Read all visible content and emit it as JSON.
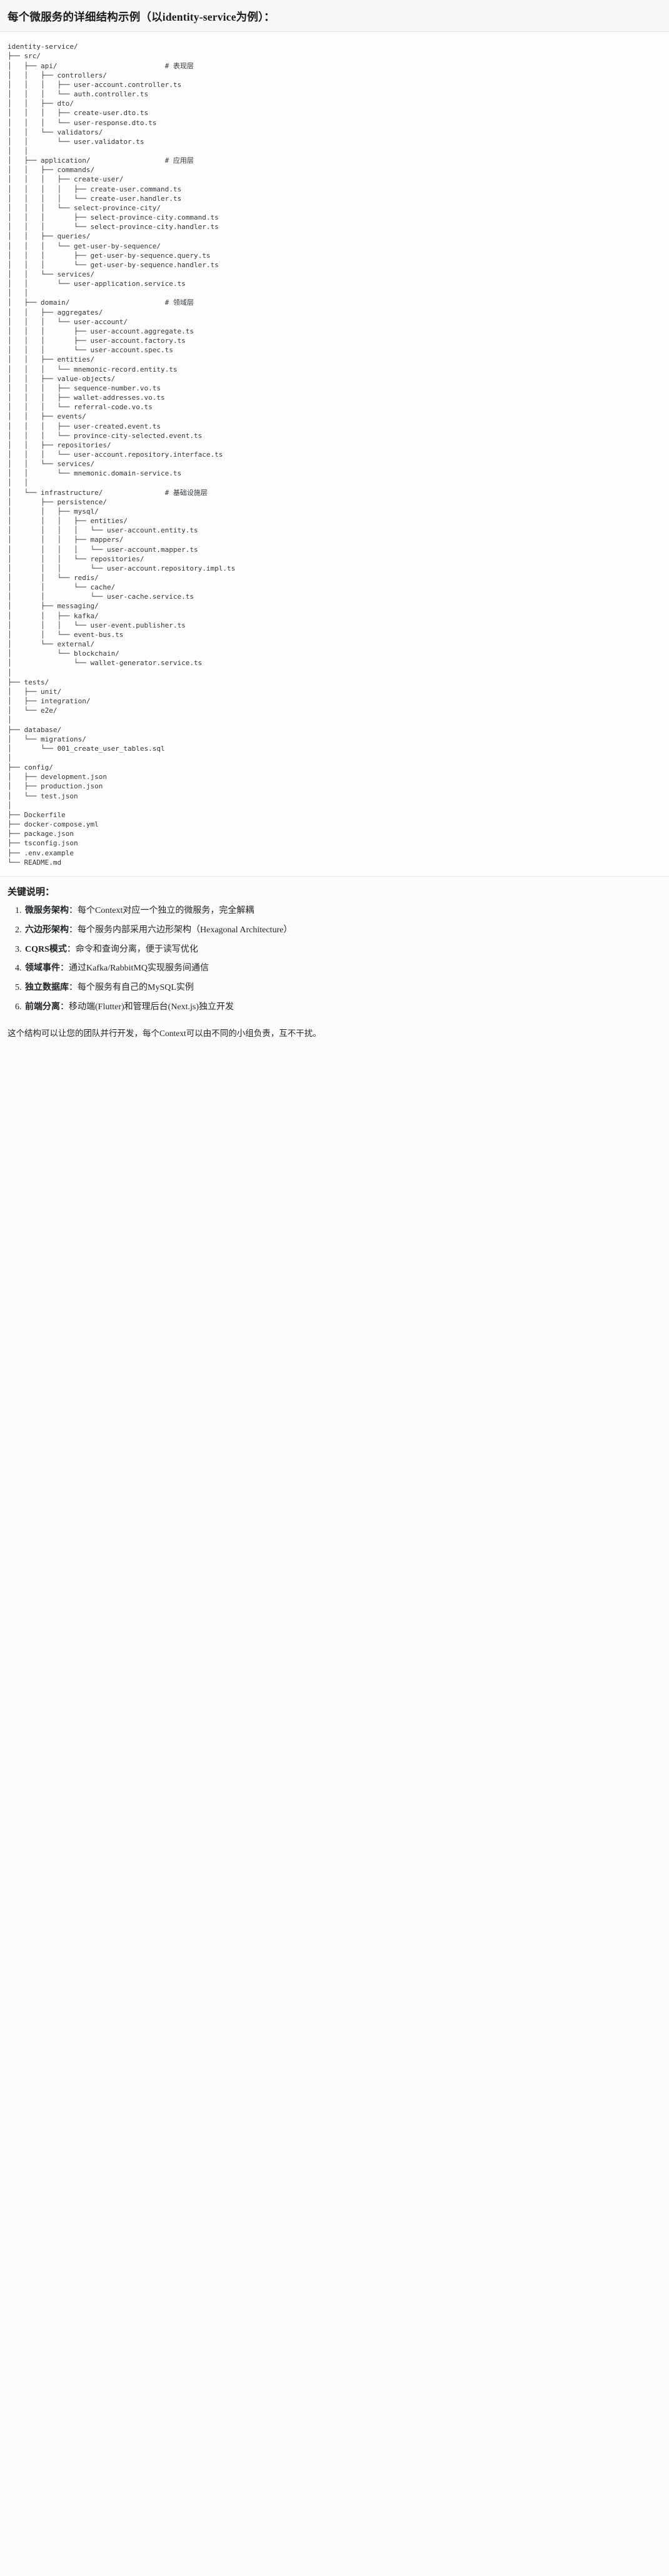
{
  "document": {
    "title": "每个微服务的详细结构示例（以identity-service为例）："
  },
  "tree": {
    "root": "identity-service/",
    "text": "identity-service/\n├── src/\n│   ├── api/                          # 表现层\n│   │   ├── controllers/\n│   │   │   ├── user-account.controller.ts\n│   │   │   └── auth.controller.ts\n│   │   ├── dto/\n│   │   │   ├── create-user.dto.ts\n│   │   │   └── user-response.dto.ts\n│   │   └── validators/\n│   │       └── user.validator.ts\n│   │\n│   ├── application/                  # 应用层\n│   │   ├── commands/\n│   │   │   ├── create-user/\n│   │   │   │   ├── create-user.command.ts\n│   │   │   │   └── create-user.handler.ts\n│   │   │   └── select-province-city/\n│   │   │       ├── select-province-city.command.ts\n│   │   │       └── select-province-city.handler.ts\n│   │   ├── queries/\n│   │   │   └── get-user-by-sequence/\n│   │   │       ├── get-user-by-sequence.query.ts\n│   │   │       └── get-user-by-sequence.handler.ts\n│   │   └── services/\n│   │       └── user-application.service.ts\n│   │\n│   ├── domain/                       # 领域层\n│   │   ├── aggregates/\n│   │   │   └── user-account/\n│   │   │       ├── user-account.aggregate.ts\n│   │   │       ├── user-account.factory.ts\n│   │   │       └── user-account.spec.ts\n│   │   ├── entities/\n│   │   │   └── mnemonic-record.entity.ts\n│   │   ├── value-objects/\n│   │   │   ├── sequence-number.vo.ts\n│   │   │   ├── wallet-addresses.vo.ts\n│   │   │   └── referral-code.vo.ts\n│   │   ├── events/\n│   │   │   ├── user-created.event.ts\n│   │   │   └── province-city-selected.event.ts\n│   │   ├── repositories/\n│   │   │   └── user-account.repository.interface.ts\n│   │   └── services/\n│   │       └── mnemonic.domain-service.ts\n│   │\n│   └── infrastructure/               # 基础设施层\n│       ├── persistence/\n│       │   ├── mysql/\n│       │   │   ├── entities/\n│       │   │   │   └── user-account.entity.ts\n│       │   │   ├── mappers/\n│       │   │   │   └── user-account.mapper.ts\n│       │   │   └── repositories/\n│       │   │       └── user-account.repository.impl.ts\n│       │   └── redis/\n│       │       └── cache/\n│       │           └── user-cache.service.ts\n│       ├── messaging/\n│       │   ├── kafka/\n│       │   │   └── user-event.publisher.ts\n│       │   └── event-bus.ts\n│       └── external/\n│           └── blockchain/\n│               └── wallet-generator.service.ts\n│\n├── tests/\n│   ├── unit/\n│   ├── integration/\n│   └── e2e/\n│\n├── database/\n│   └── migrations/\n│       └── 001_create_user_tables.sql\n│\n├── config/\n│   ├── development.json\n│   ├── production.json\n│   └── test.json\n│\n├── Dockerfile\n├── docker-compose.yml\n├── package.json\n├── tsconfig.json\n├── .env.example\n└── README.md"
  },
  "key_points": {
    "title": "关键说明：",
    "items": [
      {
        "label": "微服务架构",
        "text": "：每个Context对应一个独立的微服务，完全解耦"
      },
      {
        "label": "六边形架构",
        "text": "：每个服务内部采用六边形架构（Hexagonal Architecture）"
      },
      {
        "label": "CQRS模式",
        "text": "：命令和查询分离，便于读写优化"
      },
      {
        "label": "领域事件",
        "text": "：通过Kafka/RabbitMQ实现服务间通信"
      },
      {
        "label": "独立数据库",
        "text": "：每个服务有自己的MySQL实例"
      },
      {
        "label": "前端分离",
        "text": "：移动端(Flutter)和管理后台(Next.js)独立开发"
      }
    ]
  },
  "closing": {
    "text": "这个结构可以让您的团队并行开发，每个Context可以由不同的小组负责，互不干扰。"
  }
}
